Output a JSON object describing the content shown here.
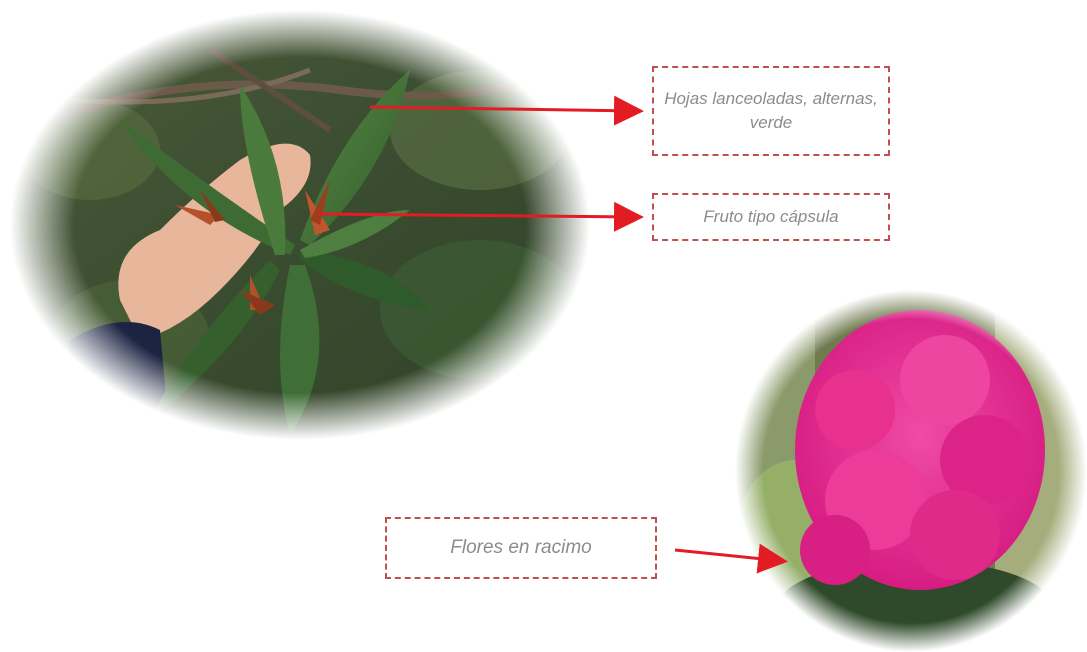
{
  "labels": {
    "leaves": "Hojas lanceoladas, alternas, verde",
    "fruit": "Fruto tipo cápsula",
    "flowers": "Flores en racimo"
  },
  "colors": {
    "arrow": "#e31b23",
    "label_border": "#c0504d",
    "label_text": "#8c8c8c",
    "flower_pink": "#e8248c",
    "leaf_green": "#3f6b35"
  }
}
